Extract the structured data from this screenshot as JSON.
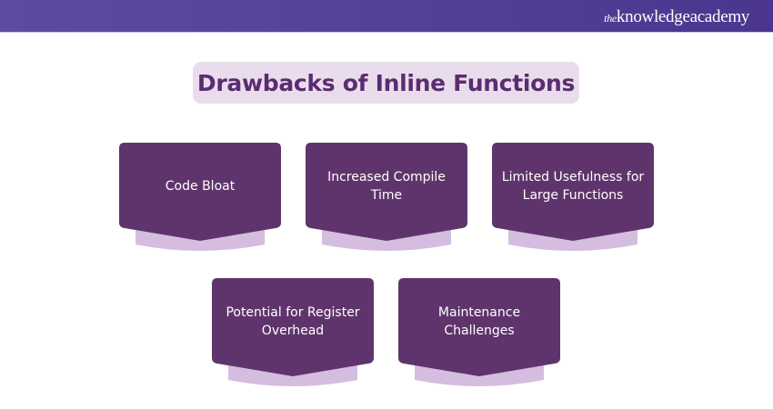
{
  "header": {
    "logo_prefix": "the",
    "logo_text": "knowledgeacademy"
  },
  "title": "Drawbacks of Inline Functions",
  "colors": {
    "card": "#5f346c",
    "shadow": "#d5bde0",
    "title_bg": "#e9dded",
    "title_text": "#5b2c6f"
  },
  "cards": [
    {
      "label": "Code Bloat"
    },
    {
      "label": "Increased Compile Time"
    },
    {
      "label": "Limited Usefulness for Large Functions"
    },
    {
      "label": "Potential for Register Overhead"
    },
    {
      "label": "Maintenance Challenges"
    }
  ]
}
